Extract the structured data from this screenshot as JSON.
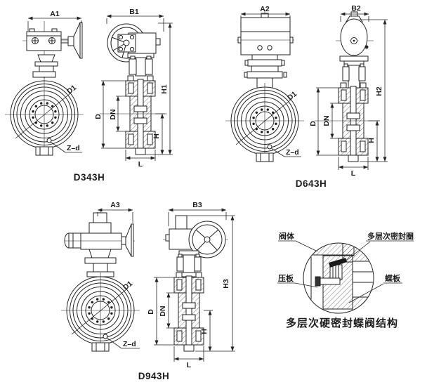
{
  "figure": {
    "background": "#ffffff",
    "line_color": "#222222",
    "valves": [
      {
        "model": "D343H",
        "labels": {
          "a": "A1",
          "b": "B1",
          "ht": "H1",
          "d": "D",
          "dn": "DN",
          "h": "H",
          "l": "L",
          "d1": "D1",
          "zd": "Z–d"
        }
      },
      {
        "model": "D643H",
        "labels": {
          "a": "A2",
          "b": "B2",
          "ht": "H2",
          "d": "D",
          "dn": "DN",
          "h": "H",
          "l": "L",
          "d1": "D1",
          "zd": "Z–d"
        }
      },
      {
        "model": "D943H",
        "labels": {
          "a": "A3",
          "b": "B3",
          "ht": "H3",
          "d": "D",
          "dn": "DN",
          "h": "H",
          "l": "L",
          "d1": "D1",
          "zd": "Z–d"
        }
      }
    ],
    "detail_view": {
      "caption": "多层次硬密封蝶阀结构",
      "labels": {
        "valve_body": "阀体",
        "seal_ring": "多层次密封圈",
        "pressure_plate": "压板",
        "disc": "蝶板"
      }
    }
  }
}
